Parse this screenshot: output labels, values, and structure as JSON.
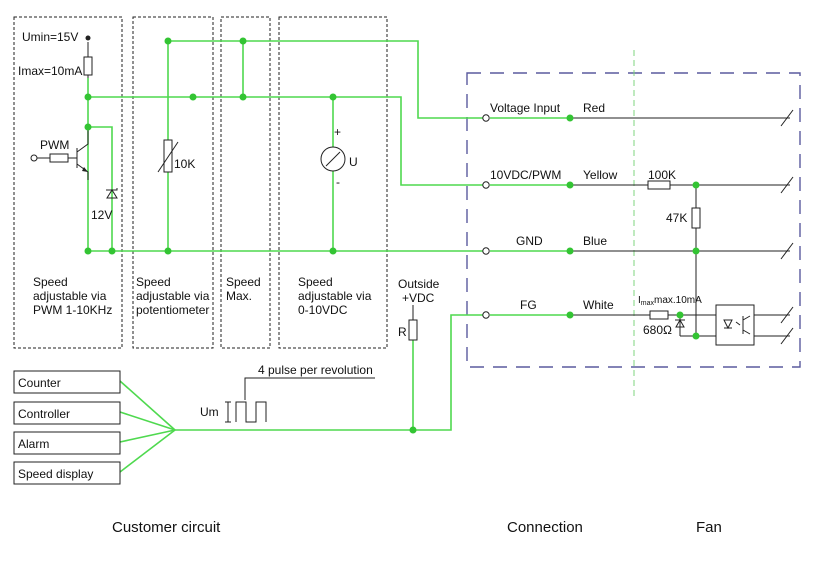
{
  "customer_circuit": {
    "umin": "Umin=15V",
    "imax": "Imax=10mA",
    "pwm": "PWM",
    "zener_voltage": "12V",
    "pot_value": "10K",
    "meter_label": "U",
    "plus": "+",
    "minus": "-",
    "speed_pwm": [
      "Speed",
      "adjustable via",
      "PWM 1-10KHz"
    ],
    "speed_pot": [
      "Speed",
      "adjustable via",
      "potentiometer"
    ],
    "speed_max": [
      "Speed",
      "Max."
    ],
    "speed_vdc": [
      "Speed",
      "adjustable via",
      "0-10VDC"
    ],
    "outside_vdc": [
      "Outside",
      "+VDC"
    ],
    "pullup": "R",
    "pulse_note": "4 pulse per revolution",
    "um": "Um",
    "devices": [
      "Counter",
      "Controller",
      "Alarm",
      "Speed display"
    ]
  },
  "connection": {
    "signals": [
      "Voltage Input",
      "10VDC/PWM",
      "GND",
      "FG"
    ],
    "colors": [
      "Red",
      "Yellow",
      "Blue",
      "White"
    ]
  },
  "fan": {
    "r100k": "100K",
    "r47k": "47K",
    "imax_pre": "I",
    "imax_sub": "max",
    "imax_post": "max.10mA",
    "r680": "680Ω"
  },
  "sections": {
    "customer": "Customer circuit",
    "connection": "Connection",
    "fan": "Fan"
  },
  "style": {
    "wire_color": "#4fd94f",
    "connection_border_color": "#5a5a9e"
  }
}
